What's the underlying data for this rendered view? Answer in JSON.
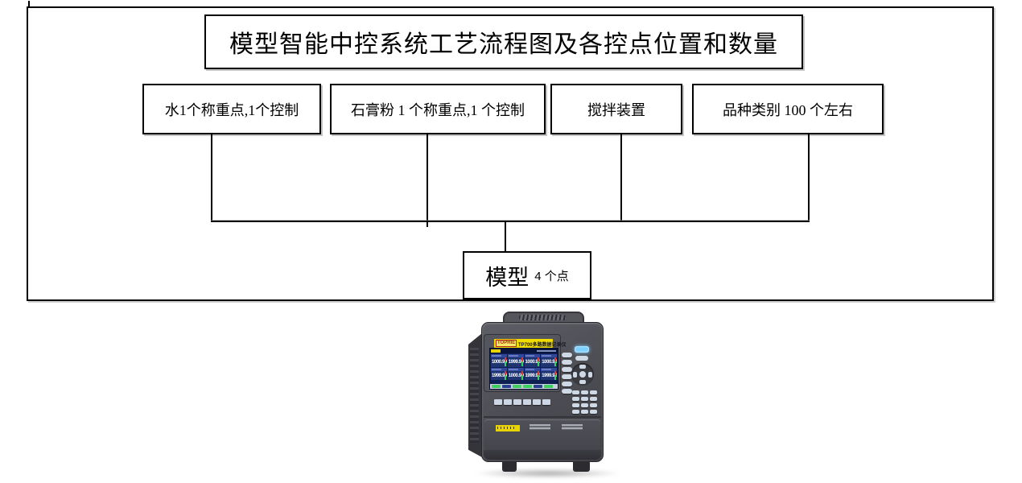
{
  "document": {
    "title": "模型智能中控系统工艺流程图及各控点位置和数量",
    "nodes": [
      {
        "label": "水1个称重点,1个控制"
      },
      {
        "label": "石膏粉 1 个称重点,1 个控制"
      },
      {
        "label": "搅拌装置"
      },
      {
        "label": "品种类别 100 个左右"
      }
    ],
    "model_node": {
      "label": "模型",
      "points": "4 个点"
    }
  },
  "device": {
    "brand": "TOPRIE",
    "model_title": "TP700多路数据记录仪",
    "screen": {
      "rows": [
        [
          "1000.90",
          "1999.90",
          "1000.90",
          "1000.90"
        ],
        [
          "1999.90",
          "1000.90",
          "1999.90",
          "1999.90"
        ]
      ]
    },
    "colors": {
      "banner_yellow": "#f0dc00",
      "screen_blue": "#101f52",
      "cell_blue": "#1e3572",
      "bar_red": "#e03a30",
      "bar_green": "#3ecf5a",
      "power_glow_blue": "#7fd0ff",
      "button_gray": "#cfd9e6"
    }
  }
}
